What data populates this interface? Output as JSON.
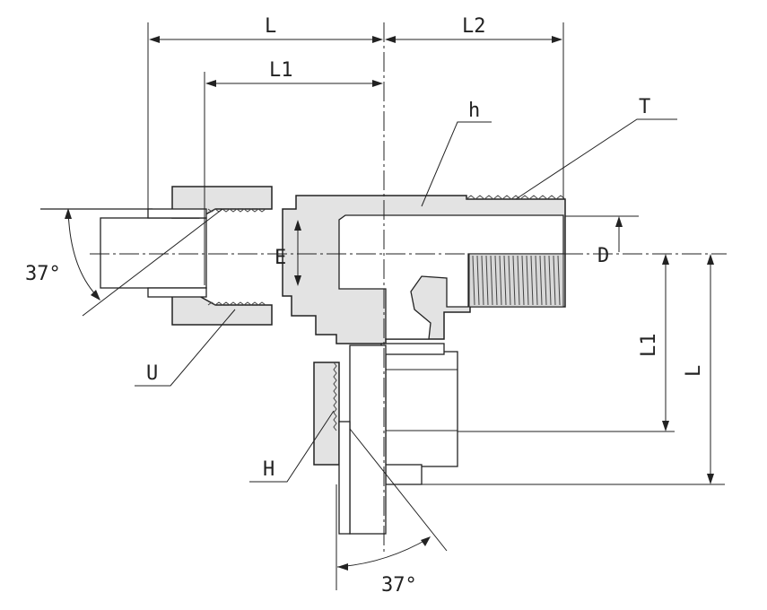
{
  "dimensions": {
    "top_L": "L",
    "top_L1": "L1",
    "top_L2": "L2",
    "side_L1": "L1",
    "side_L": "L",
    "E": "E",
    "D": "D"
  },
  "callouts": {
    "h": "h",
    "T": "T",
    "U": "U",
    "H": "H"
  },
  "angles": {
    "left": "37°",
    "bottom": "37°"
  }
}
